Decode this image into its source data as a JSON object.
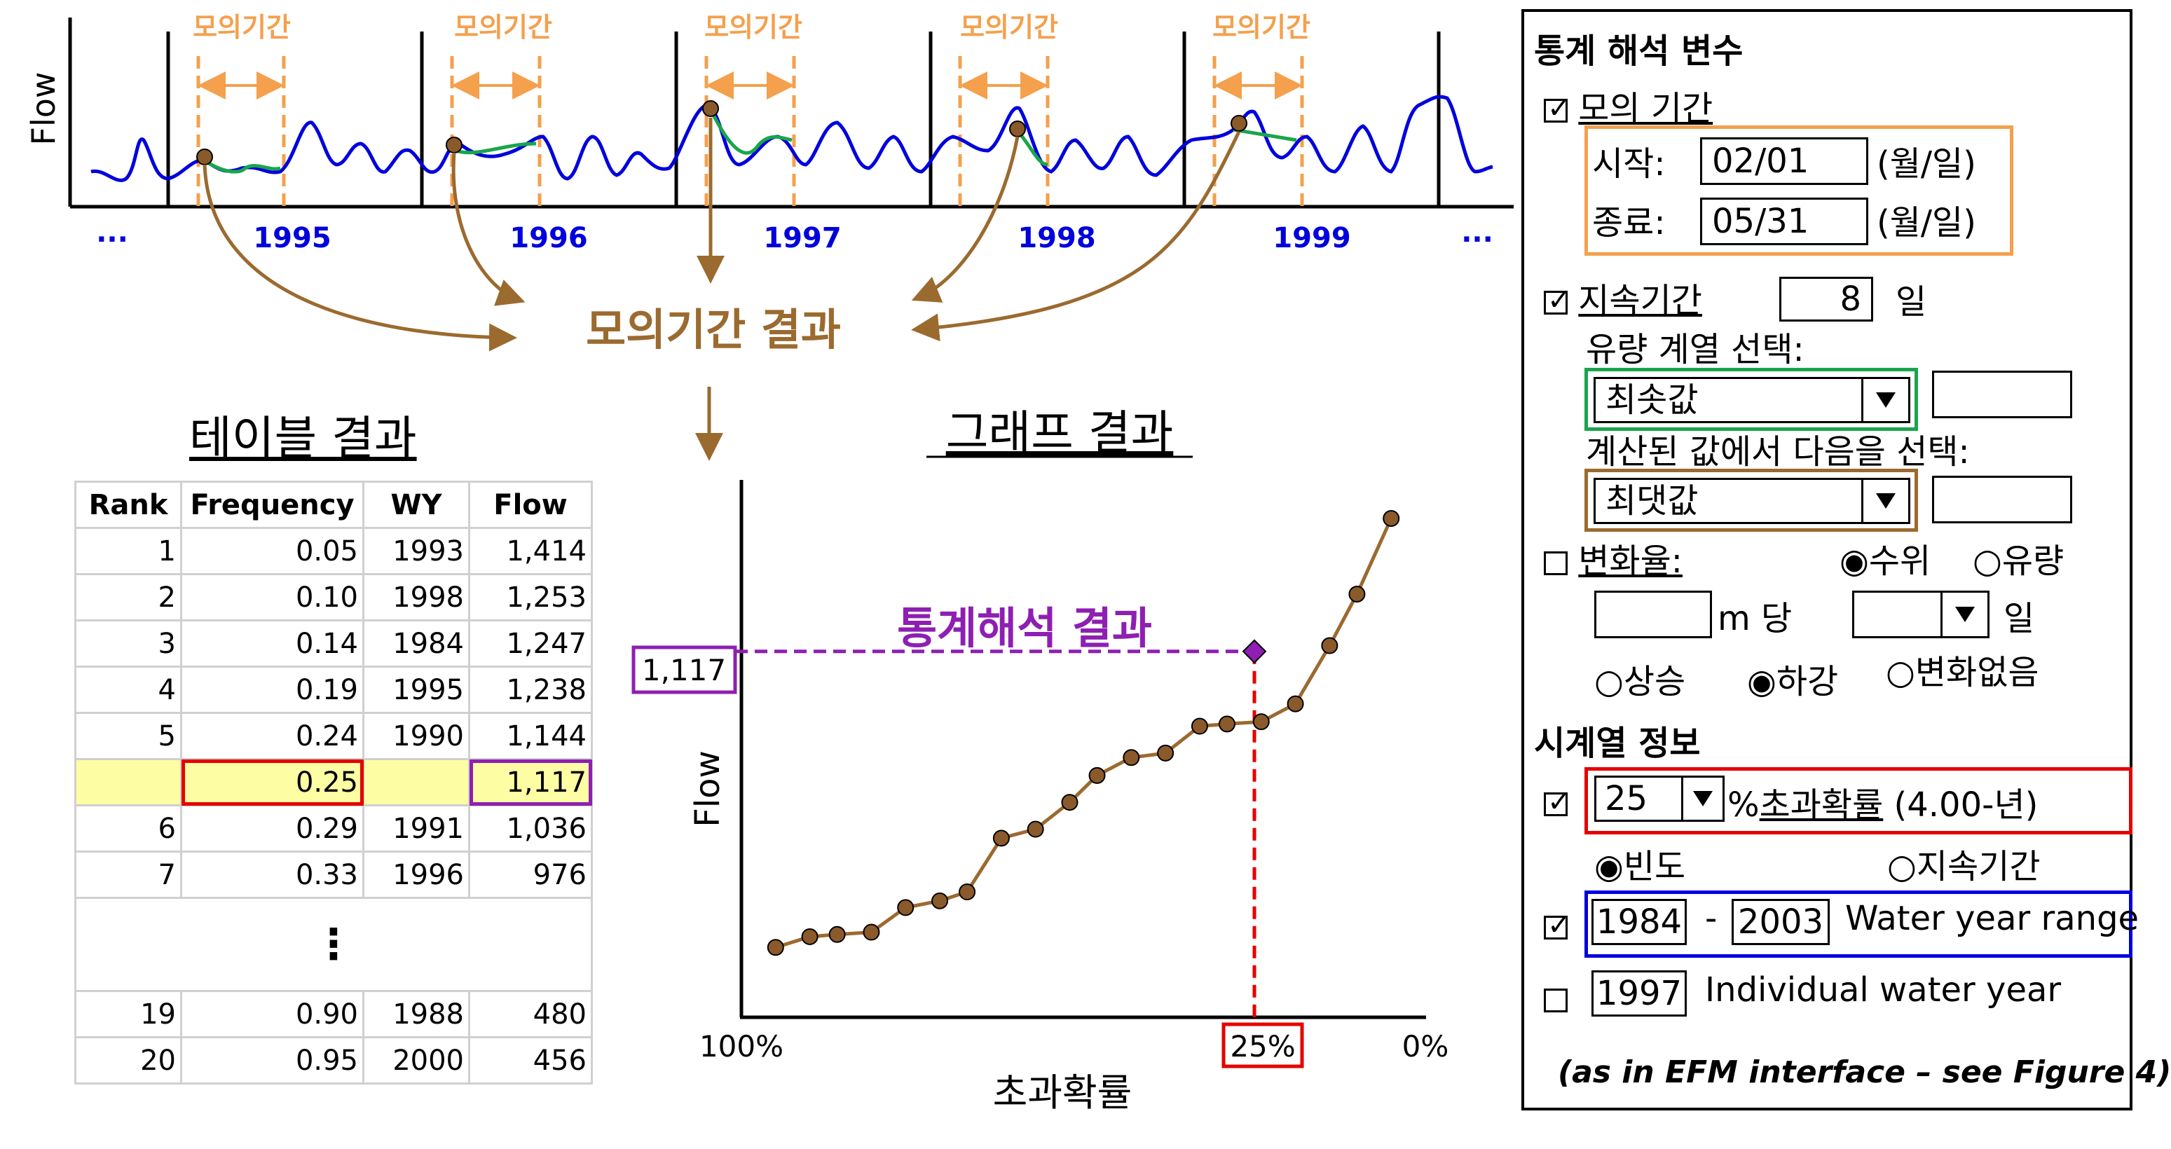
{
  "timeline": {
    "window_label": "모의기간",
    "years": [
      "1995",
      "1996",
      "1997",
      "1998",
      "1999"
    ],
    "ellipsis": "...",
    "ylabel": "Flow"
  },
  "summary_label": "모의기간 결과",
  "table_section": {
    "title": "테이블 결과",
    "headers": [
      "Rank",
      "Frequency",
      "WY",
      "Flow"
    ],
    "rows_top": [
      {
        "rank": "1",
        "freq": "0.05",
        "wy": "1993",
        "flow": "1,414"
      },
      {
        "rank": "2",
        "freq": "0.10",
        "wy": "1998",
        "flow": "1,253"
      },
      {
        "rank": "3",
        "freq": "0.14",
        "wy": "1984",
        "flow": "1,247"
      },
      {
        "rank": "4",
        "freq": "0.19",
        "wy": "1995",
        "flow": "1,238"
      },
      {
        "rank": "5",
        "freq": "0.24",
        "wy": "1990",
        "flow": "1,144"
      }
    ],
    "highlight_row": {
      "rank": "",
      "freq": "0.25",
      "wy": "",
      "flow": "1,117"
    },
    "rows_mid": [
      {
        "rank": "6",
        "freq": "0.29",
        "wy": "1991",
        "flow": "1,036"
      },
      {
        "rank": "7",
        "freq": "0.33",
        "wy": "1996",
        "flow": "976"
      }
    ],
    "gap_symbol": "⋮",
    "rows_bottom": [
      {
        "rank": "19",
        "freq": "0.90",
        "wy": "1988",
        "flow": "480"
      },
      {
        "rank": "20",
        "freq": "0.95",
        "wy": "2000",
        "flow": "456"
      }
    ]
  },
  "chart_data": {
    "type": "line",
    "title": "그래프 결과",
    "annotation": "통계해석 결과",
    "xlabel": "초과확률",
    "ylabel": "Flow",
    "x_tick_labels": [
      "100%",
      "25%",
      "0%"
    ],
    "xlim": [
      100,
      0
    ],
    "ylim": [
      300,
      1500
    ],
    "x": [
      95,
      90,
      86,
      81,
      76,
      71,
      67,
      62,
      57,
      52,
      48,
      43,
      38,
      33,
      29,
      24,
      19,
      14,
      10,
      5
    ],
    "y": [
      456,
      480,
      485,
      490,
      545,
      560,
      580,
      700,
      720,
      780,
      840,
      880,
      890,
      950,
      955,
      960,
      1000,
      1130,
      1245,
      1414
    ],
    "highlight_point": {
      "x": 25,
      "y": 1117,
      "label": "1,117"
    }
  },
  "panel": {
    "title": "통계 해석 변수",
    "sim_period_label": "모의 기간",
    "start_label": "시작:",
    "start_value": "02/01",
    "end_label": "종료:",
    "end_value": "05/31",
    "unit_md": "(월/일)",
    "duration_label": "지속기간",
    "duration_value": "8",
    "duration_unit": "일",
    "flow_series_label": "유량 계열 선택:",
    "flow_series_value": "최솟값",
    "calc_label": "계산된 값에서 다음을 선택:",
    "calc_value": "최댓값",
    "change_label": "변화율:",
    "radio_stage": "수위",
    "radio_flow": "유량",
    "per_m_label": "m 당",
    "day_unit": "일",
    "radio_rise": "상승",
    "radio_fall": "하강",
    "radio_nochange": "변화없음",
    "ts_title": "시계열 정보",
    "exceed_value": "25",
    "exceed_label": "초과확률",
    "exceed_suffix": "(4.00-년)",
    "percent_sign": "%",
    "radio_freq": "빈도",
    "radio_duration": "지속기간",
    "wy_start": "1984",
    "wy_dash": "-",
    "wy_end": "2003",
    "wy_range_label": "Water year range",
    "ind_wy": "1997",
    "ind_wy_label": "Individual water year",
    "caption": "(as in EFM interface – see Figure 4)"
  },
  "colors": {
    "orange": "#f4a04d",
    "brown": "#9b6a2f",
    "purple": "#8e1fb2",
    "red": "#e60000",
    "blue": "#0000dd",
    "green": "#1aa54b",
    "highlight": "#fdfda4"
  }
}
